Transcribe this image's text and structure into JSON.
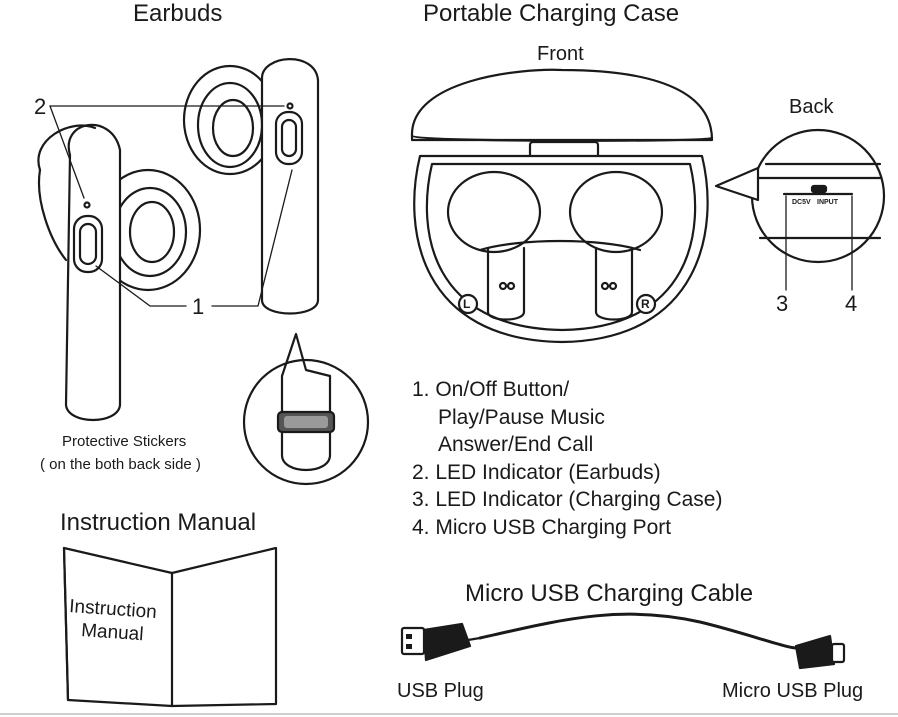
{
  "earbuds": {
    "title": "Earbuds",
    "callout_1": "1",
    "callout_2": "2",
    "stickers_line1": "Protective Stickers",
    "stickers_line2": "( on the both back side )"
  },
  "case": {
    "title": "Portable Charging Case",
    "front_label": "Front",
    "back_label": "Back",
    "left_mark": "L",
    "right_mark": "R",
    "port_text_left": "DC5V",
    "port_text_right": "INPUT",
    "callout_3": "3",
    "callout_4": "4"
  },
  "legend": {
    "items": [
      "1. On/Off Button/",
      "Play/Pause Music",
      "Answer/End Call",
      "2. LED Indicator (Earbuds)",
      "3. LED Indicator (Charging Case)",
      "4. Micro USB Charging Port"
    ]
  },
  "manual": {
    "title": "Instruction Manual",
    "cover_line1": "Instruction",
    "cover_line2": "Manual"
  },
  "cable": {
    "title": "Micro USB Charging Cable",
    "usb_plug": "USB Plug",
    "micro_usb_plug": "Micro USB Plug"
  }
}
